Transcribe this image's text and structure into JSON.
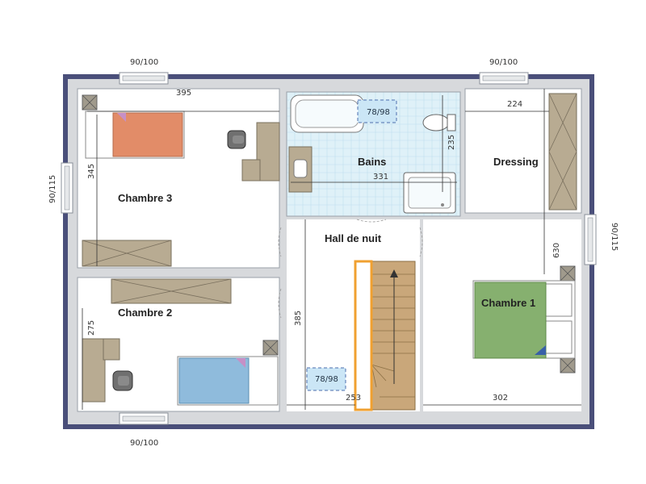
{
  "rooms": {
    "chambre3": "Chambre 3",
    "chambre2": "Chambre 2",
    "chambre1": "Chambre 1",
    "bains": "Bains",
    "dressing": "Dressing",
    "hall": "Hall de nuit"
  },
  "windows": {
    "top_left": "90/100",
    "top_right": "90/100",
    "bottom_left": "90/100",
    "left": "90/115",
    "right": "90/115"
  },
  "skylights": {
    "bath": "78/98",
    "hall": "78/98"
  },
  "dimensions": {
    "d395": "395",
    "d224": "224",
    "d345": "345",
    "d235": "235",
    "d331": "331",
    "d630": "630",
    "d385": "385",
    "d275": "275",
    "d253": "253",
    "d302": "302"
  },
  "colors": {
    "outer_wall": "#4a4f7a",
    "inner_wall": "#d7d9dc",
    "bed_chambre3": "#e28c68",
    "bed_chambre2": "#8fbbdc",
    "bed_chambre1": "#86b06f",
    "bath_tile": "#dff1f8",
    "wood": "#b8ab92",
    "stair_outline": "#f0a030",
    "stairs": "#c9a77a",
    "furniture": "#a09a8c",
    "chair": "#707070"
  }
}
